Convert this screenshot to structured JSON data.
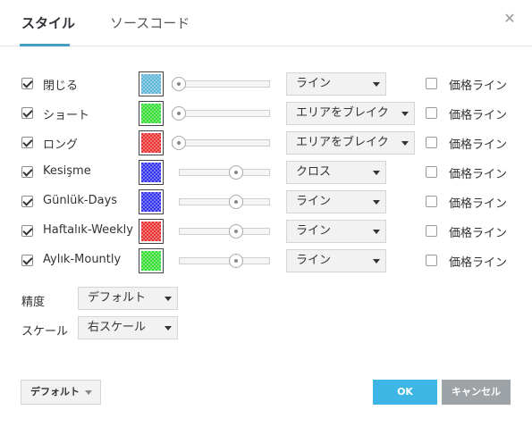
{
  "tabs": [
    {
      "label": "スタイル",
      "active": true
    },
    {
      "label": "ソースコード",
      "active": false
    }
  ],
  "close_icon": "close-icon",
  "rows": [
    {
      "label": "閉じる",
      "checked": true,
      "color": "#5bb5d9",
      "slider_thumb": 0.0,
      "style": "ライン",
      "price_label": "価格ライン",
      "price_checked": false
    },
    {
      "label": "ショート",
      "checked": true,
      "color": "#33dd33",
      "slider_thumb": 0.0,
      "style": "エリアをブレイク",
      "price_label": "価格ライン",
      "price_checked": false
    },
    {
      "label": "ロング",
      "checked": true,
      "color": "#e83030",
      "slider_thumb": 0.0,
      "style": "エリアをブレイク",
      "price_label": "価格ライン",
      "price_checked": false
    },
    {
      "label": "Kesişme",
      "checked": true,
      "color": "#3333ee",
      "slider_thumb": 0.65,
      "style": "クロス",
      "price_label": "価格ライン",
      "price_checked": false
    },
    {
      "label": "Günlük-Days",
      "checked": true,
      "color": "#3333ee",
      "slider_thumb": 0.65,
      "style": "ライン",
      "price_label": "価格ライン",
      "price_checked": false
    },
    {
      "label": "Haftalık-Weekly",
      "checked": true,
      "color": "#e83030",
      "slider_thumb": 0.65,
      "style": "ライン",
      "price_label": "価格ライン",
      "price_checked": false
    },
    {
      "label": "Aylık-Mountly",
      "checked": true,
      "color": "#33dd33",
      "slider_thumb": 0.65,
      "style": "ライン",
      "price_label": "価格ライン",
      "price_checked": false
    }
  ],
  "precision": {
    "label": "精度",
    "value": "デフォルト"
  },
  "scale": {
    "label": "スケール",
    "value": "右スケール"
  },
  "footer": {
    "default_label": "デフォルト",
    "ok_label": "OK",
    "cancel_label": "キャンセル"
  }
}
